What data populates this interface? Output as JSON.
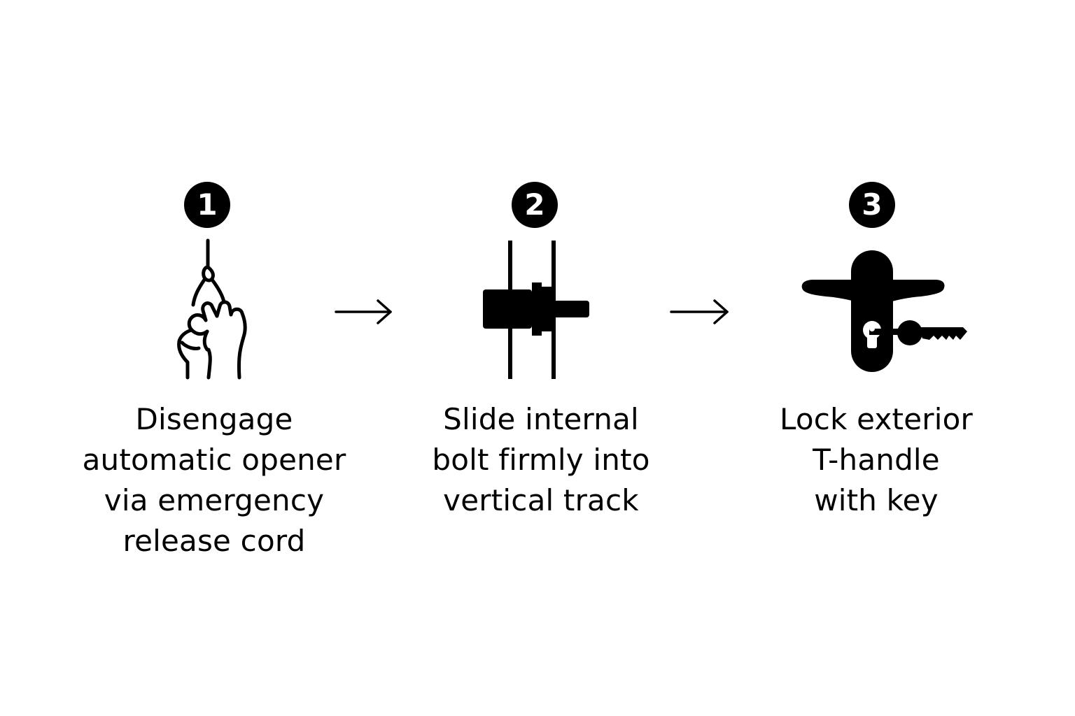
{
  "steps": [
    {
      "number": "1",
      "icon": "hand-pulling-cord-icon",
      "lines": [
        "Disengage",
        "automatic opener",
        "via emergency",
        "release cord"
      ]
    },
    {
      "number": "2",
      "icon": "sliding-bolt-icon",
      "lines": [
        "Slide internal",
        "bolt firmly into",
        "vertical track"
      ]
    },
    {
      "number": "3",
      "icon": "t-handle-key-icon",
      "lines": [
        "Lock exterior",
        "T-handle",
        "with key"
      ]
    }
  ],
  "arrows": [
    "right-arrow-icon",
    "right-arrow-icon"
  ],
  "colors": {
    "foreground": "#000000",
    "background": "#ffffff"
  }
}
